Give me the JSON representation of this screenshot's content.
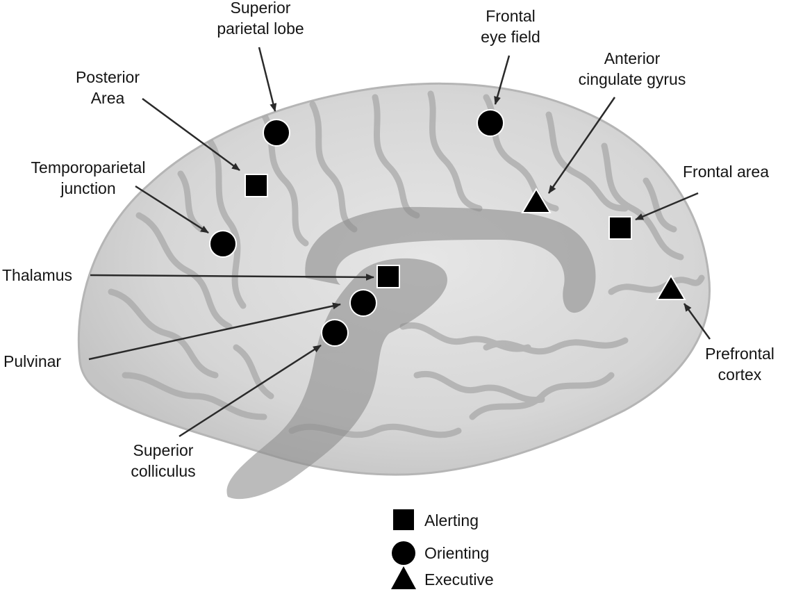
{
  "labels": {
    "superior_parietal_lobe": [
      "Superior",
      "parietal lobe"
    ],
    "frontal_eye_field": [
      "Frontal",
      "eye field"
    ],
    "posterior_area": [
      "Posterior",
      "Area"
    ],
    "anterior_cingulate_gyrus": [
      "Anterior",
      "cingulate gyrus"
    ],
    "temporoparietal_junction": [
      "Temporoparietal",
      "junction"
    ],
    "frontal_area": [
      "Frontal area"
    ],
    "thalamus": [
      "Thalamus"
    ],
    "pulvinar": [
      "Pulvinar"
    ],
    "prefrontal_cortex": [
      "Prefrontal",
      "cortex"
    ],
    "superior_colliculus": [
      "Superior",
      "colliculus"
    ]
  },
  "legend": [
    {
      "marker": "square",
      "label": "Alerting"
    },
    {
      "marker": "circle",
      "label": "Orienting"
    },
    {
      "marker": "triangle",
      "label": "Executive"
    }
  ],
  "colors": {
    "brain_fill": "#d9d9d9",
    "brain_outline": "#b5b5b5",
    "sulci": "#a9a9a9",
    "inner_structures": "#8e8e8e",
    "marker": "#000000",
    "arrow": "#2a2a2a"
  }
}
